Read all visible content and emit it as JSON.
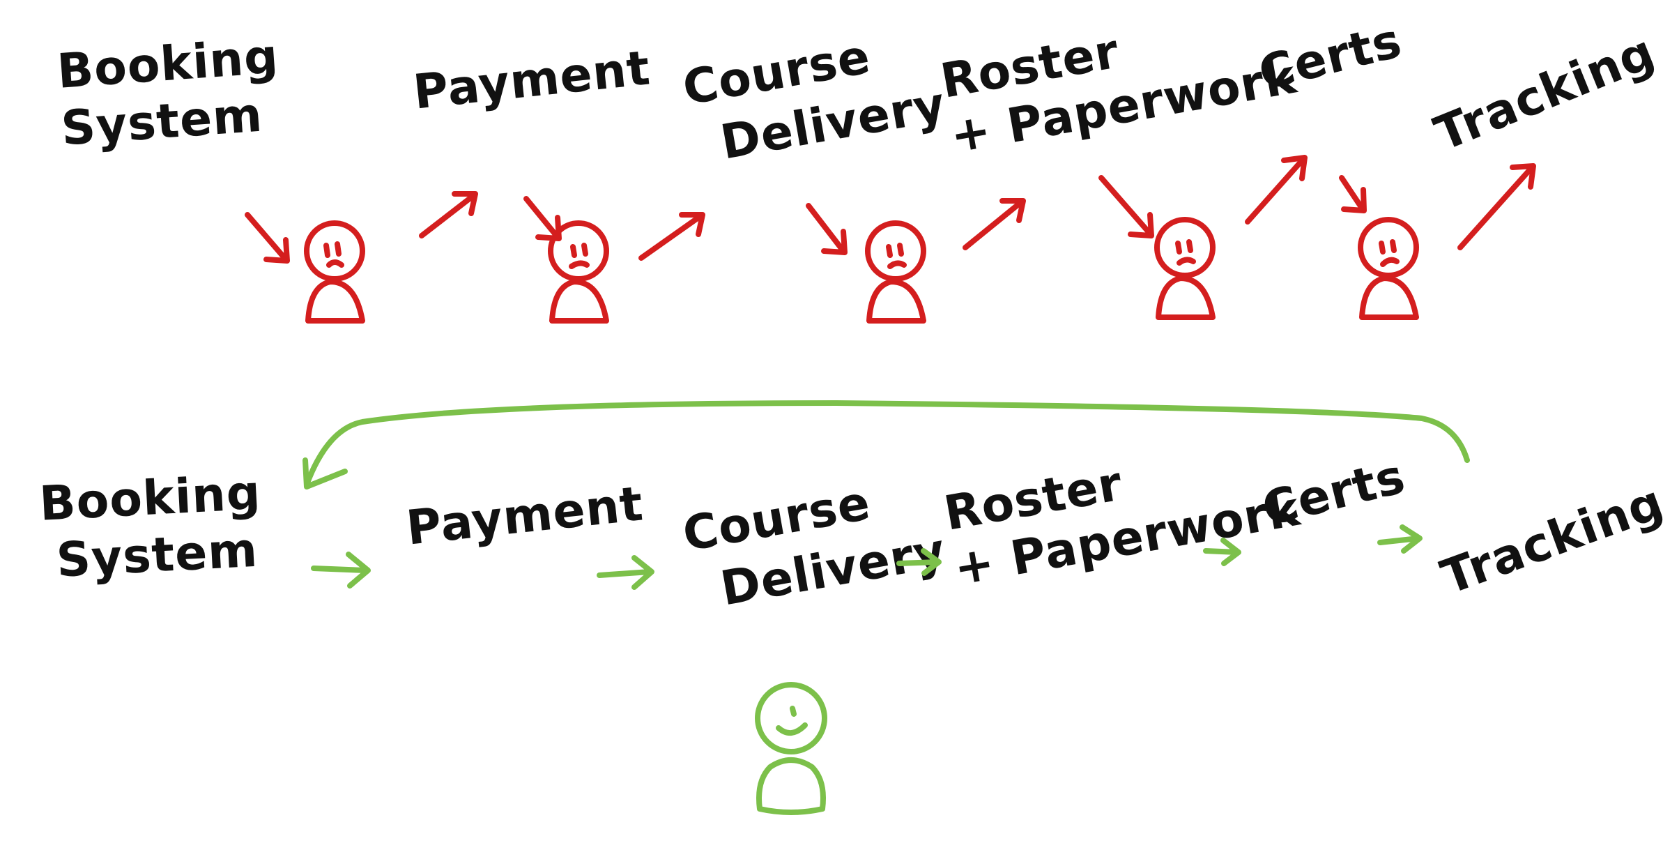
{
  "colors": {
    "manual_flow": "#d41e1e",
    "automated_flow": "#7cc04a",
    "text": "#111111"
  },
  "top_row": {
    "steps": [
      {
        "line1": "Booking",
        "line2": "System"
      },
      {
        "line1": "Payment",
        "line2": ""
      },
      {
        "line1": "Course",
        "line2": "Delivery"
      },
      {
        "line1": "Roster",
        "line2": "+ Paperwork"
      },
      {
        "line1": "Certs",
        "line2": ""
      },
      {
        "line1": "Tracking",
        "line2": ""
      }
    ],
    "person_icon": "sad-person-icon",
    "arrow_icon": "arrow-icon"
  },
  "bottom_row": {
    "steps": [
      {
        "line1": "Booking",
        "line2": "System"
      },
      {
        "line1": "Payment",
        "line2": ""
      },
      {
        "line1": "Course",
        "line2": "Delivery"
      },
      {
        "line1": "Roster",
        "line2": "+ Paperwork"
      },
      {
        "line1": "Certs",
        "line2": ""
      },
      {
        "line1": "Tracking",
        "line2": ""
      }
    ],
    "person_icon": "happy-person-icon",
    "loop_icon": "loop-back-arrow-icon"
  }
}
